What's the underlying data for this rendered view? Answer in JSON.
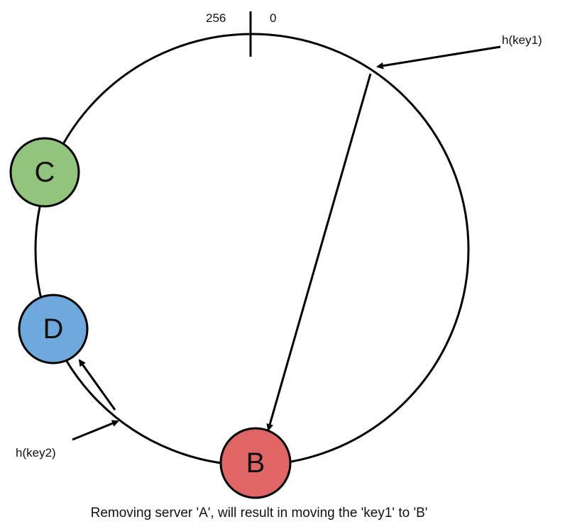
{
  "ring": {
    "marker_left_label": "256",
    "marker_right_label": "0"
  },
  "nodes": [
    {
      "id": "C",
      "label": "C",
      "color": "#93c47d"
    },
    {
      "id": "D",
      "label": "D",
      "color": "#6fa8dc"
    },
    {
      "id": "B",
      "label": "B",
      "color": "#e06666"
    }
  ],
  "keys": [
    {
      "id": "key1",
      "label": "h(key1)"
    },
    {
      "id": "key2",
      "label": "h(key2)"
    }
  ],
  "caption": "Removing server 'A', will result in moving the 'key1'  to 'B'"
}
